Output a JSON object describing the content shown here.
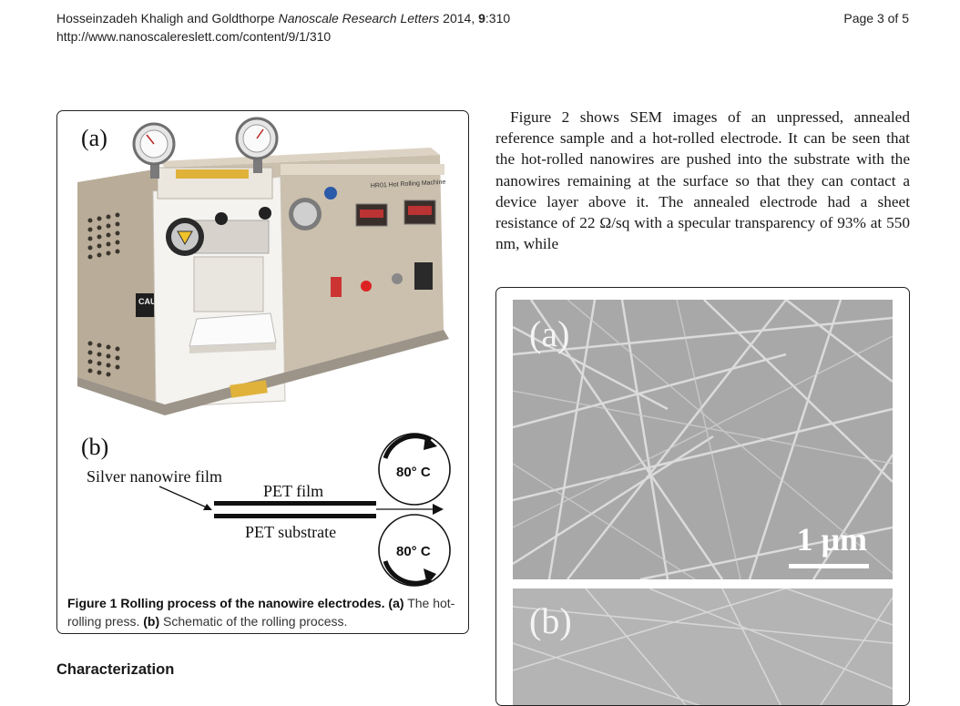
{
  "header": {
    "authors": "Hosseinzadeh Khaligh and Goldthorpe",
    "journal": "Nanoscale Research Letters",
    "year": "2014,",
    "volume": "9",
    "article": ":310",
    "url": "http://www.nanoscalereslett.com/content/9/1/310",
    "page": "Page 3 of 5"
  },
  "figure1": {
    "panel_a_label": "(a)",
    "panel_b_label": "(b)",
    "machine_name": "HR01 Hot Rolling Machine",
    "caution_text": "CAU",
    "silver_label": "Silver nanowire  film",
    "pet_film_label": "PET film",
    "pet_substrate_label": "PET substrate",
    "temp_top": "80° C",
    "temp_bottom": "80° C",
    "caption_label": "Figure 1",
    "caption_title": "Rolling process of the nanowire electrodes.",
    "caption_a": "(a)",
    "caption_a_text": "The hot-rolling press.",
    "caption_b": "(b)",
    "caption_b_text": "Schematic of the rolling process."
  },
  "body_paragraph": "Figure 2 shows SEM images of an unpressed, annealed reference sample and a hot-rolled electrode. It can be seen that the hot-rolled nanowires are pushed into the substrate with the nanowires remaining at the surface so that they can contact a device layer above it. The annealed electrode had a sheet resistance of 22 Ω/sq with a specular transparency of 93% at 550 nm, while",
  "figure2": {
    "panel_a_label": "(a)",
    "panel_b_label": "(b)",
    "scale_bar_label": "1 μm"
  },
  "section_heading": "Characterization"
}
